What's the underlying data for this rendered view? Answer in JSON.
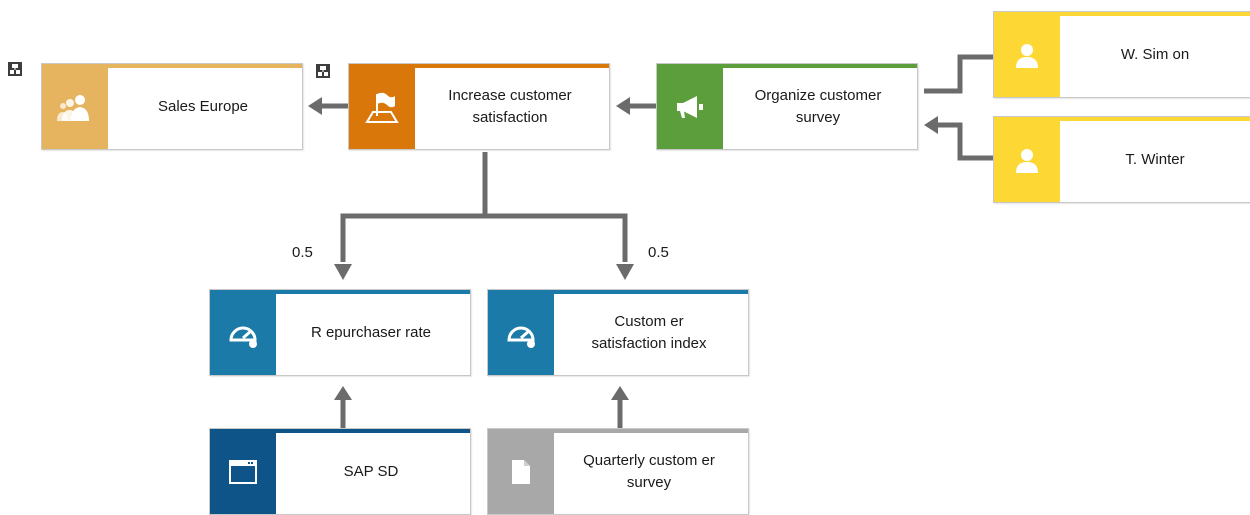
{
  "colors": {
    "org_unit": "#e6b45f",
    "objective": "#d9770a",
    "measure": "#5c9e3c",
    "person": "#fdd835",
    "kpi": "#1c7aa8",
    "application": "#0f5489",
    "document": "#a8a8a8",
    "connector": "#6b6b6b"
  },
  "nodes": {
    "sales_europe": {
      "label": "Sales Europe",
      "icon": "people-group-icon"
    },
    "increase_satisfaction": {
      "label": "Increase customer\nsatisfaction",
      "icon": "flag-map-icon"
    },
    "organize_survey": {
      "label": "Organize customer\nsurvey",
      "icon": "megaphone-icon"
    },
    "w_simon": {
      "label": "W. Sim on",
      "icon": "person-icon"
    },
    "t_winter": {
      "label": "T. Winter",
      "icon": "person-icon"
    },
    "repurchaser_rate": {
      "label": "R epurchaser rate",
      "icon": "gauge-icon"
    },
    "satisfaction_index": {
      "label": "Custom er\nsatisfaction index",
      "icon": "gauge-icon"
    },
    "sap_sd": {
      "label": "SAP SD",
      "icon": "application-window-icon"
    },
    "quarterly_survey": {
      "label": "Quarterly custom er\nsurvey",
      "icon": "document-icon"
    }
  },
  "weights": {
    "left": "0.5",
    "right": "0.5"
  },
  "hierarchy_icons": [
    "hierarchy-icon",
    "hierarchy-icon"
  ]
}
